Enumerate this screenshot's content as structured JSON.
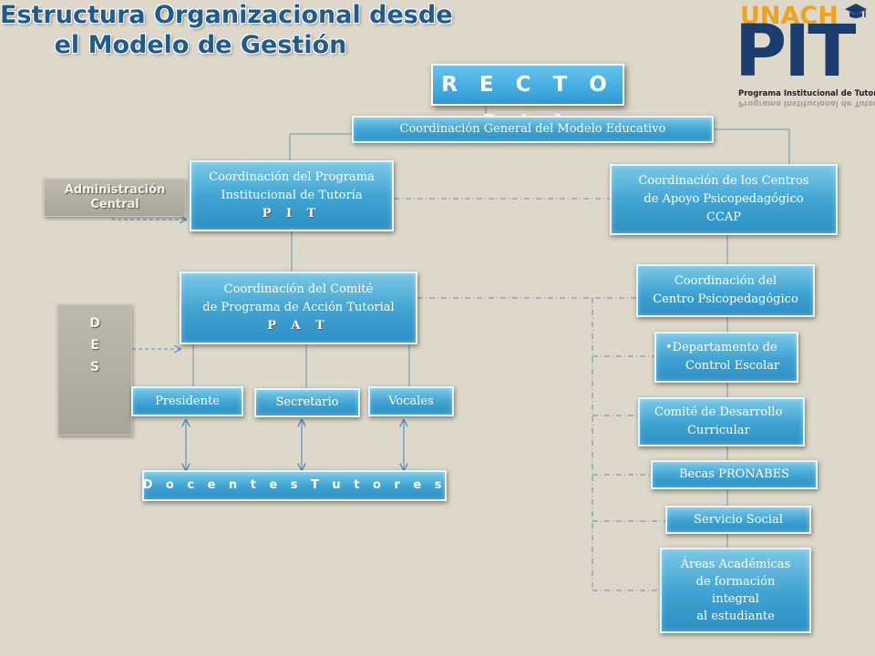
{
  "title": {
    "line1": "Estructura Organizacional desde",
    "line2": "el Modelo de Gestión"
  },
  "logo": {
    "top": "UNACH",
    "main": "PIT",
    "subtitle": "Programa Institucional de Tutoría",
    "icon": "graduation-cap-icon",
    "colors": {
      "orange": "#f0a21c",
      "navy": "#1d3c6e"
    }
  },
  "nodes": {
    "rectoria": "R E C T O R I A",
    "coord_general": "Coordinación General del Modelo Educativo",
    "pit": {
      "line1": "Coordinación del Programa",
      "line2": "Institucional de Tutoría",
      "acronym": "P I T"
    },
    "admin_central": {
      "line1": "Administración",
      "line2": "Central"
    },
    "ccap": {
      "line1": "Coordinación de los Centros",
      "line2": "de Apoyo Psicopedagógico",
      "line3": "CCAP"
    },
    "pat": {
      "line1": "Coordinación del Comité",
      "line2": "de Programa de Acción Tutorial",
      "acronym": "P A T"
    },
    "des": [
      "D",
      "E",
      "S"
    ],
    "centro": {
      "line1": "Coordinación del",
      "line2": "Centro Psicopedagógico"
    },
    "control_escolar": {
      "line1": "•Departamento de",
      "line2": "Control Escolar"
    },
    "comite_desarrollo": {
      "line1": "Comité de Desarrollo",
      "line2": "Curricular"
    },
    "becas": "Becas PRONABES",
    "servicio_social": "Servicio Social",
    "areas": {
      "line1": "Áreas  Académicas",
      "line2": "de formación",
      "line3": "integral",
      "line4": "al  estudiante"
    },
    "presidente": "Presidente",
    "secretario": "Secretario",
    "vocales": "Vocales",
    "docentes": "D o c e n t e s   T u t o r e s"
  },
  "colors": {
    "background": "#ddd8c9",
    "box_top": "#7ac8e6",
    "box_bottom": "#2e8fc3",
    "title": "#1f5b8e",
    "connector": "#4f8bbd",
    "grey_box": "#b3afa3"
  }
}
